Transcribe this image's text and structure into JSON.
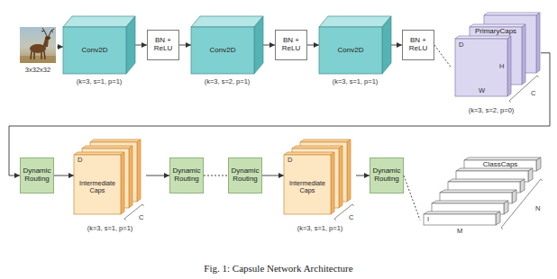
{
  "diagram": {
    "caption": "Fig. 1: Capsule Network Architecture",
    "nodes": [
      {
        "text": [
          "Conv2D"
        ]
      },
      {
        "text": [
          "BN + ReLU"
        ]
      },
      {
        "text": [
          "Conv2D"
        ]
      },
      {
        "text": [
          "BN + ReLU"
        ]
      },
      {
        "text": [
          "Conv2D"
        ]
      },
      {
        "text": [
          "BN + ReLU"
        ]
      },
      {
        "text": [
          "PrimaryCaps"
        ]
      },
      {
        "text": [
          "Dynamic Routing"
        ]
      },
      {
        "text": [
          "Intermediate Caps"
        ]
      },
      {
        "text": [
          "Dynamic Routing"
        ]
      },
      {
        "text": [
          "Dynamic Routing"
        ]
      },
      {
        "text": [
          "Intermediate Caps"
        ]
      },
      {
        "text": [
          "Dynamic Routing"
        ]
      },
      {
        "text": [
          "ClassCaps"
        ]
      }
    ],
    "edges": [
      {
        "from": 0,
        "to": 1,
        "arrow": "to"
      },
      {
        "from": 1,
        "to": 2,
        "arrow": "to"
      },
      {
        "from": 2,
        "to": 3,
        "arrow": "to"
      },
      {
        "from": 3,
        "to": 4,
        "arrow": "to"
      },
      {
        "from": 4,
        "to": 5,
        "arrow": "to"
      },
      {
        "from": 5,
        "to": 6,
        "arrow": "none"
      },
      {
        "from": 6,
        "to": 7,
        "arrow": "to"
      },
      {
        "from": 7,
        "to": 8,
        "arrow": "to"
      },
      {
        "from": 8,
        "to": 9,
        "arrow": "to"
      },
      {
        "from": 9,
        "to": 10,
        "arrow": "none"
      },
      {
        "from": 10,
        "to": 11,
        "arrow": "to"
      },
      {
        "from": 11,
        "to": 12,
        "arrow": "to"
      },
      {
        "from": 12,
        "to": 13,
        "arrow": "none"
      }
    ],
    "labels": [
      "3x32x32",
      "(k=3, s=1, p=1)",
      "(k=3, s=2, p=1)",
      "(k=3, s=1, p=1)",
      "(k=3, s=2, p=0)",
      "D",
      "H",
      "W",
      "C",
      "D",
      "C",
      "(k=3, s=1, p=1)",
      "D",
      "C",
      "(k=3, s=1, p=1)",
      "I",
      "M",
      "N"
    ]
  }
}
